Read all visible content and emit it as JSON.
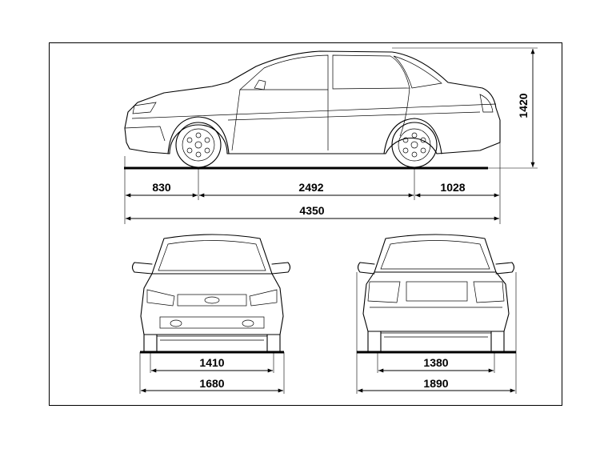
{
  "diagram": {
    "side_view": {
      "front_overhang": "830",
      "wheelbase": "2492",
      "rear_overhang": "1028",
      "overall_length": "4350",
      "height": "1420"
    },
    "front_view": {
      "front_track": "1410",
      "width": "1680"
    },
    "rear_view": {
      "rear_track": "1380",
      "width_with_mirrors": "1890"
    }
  }
}
